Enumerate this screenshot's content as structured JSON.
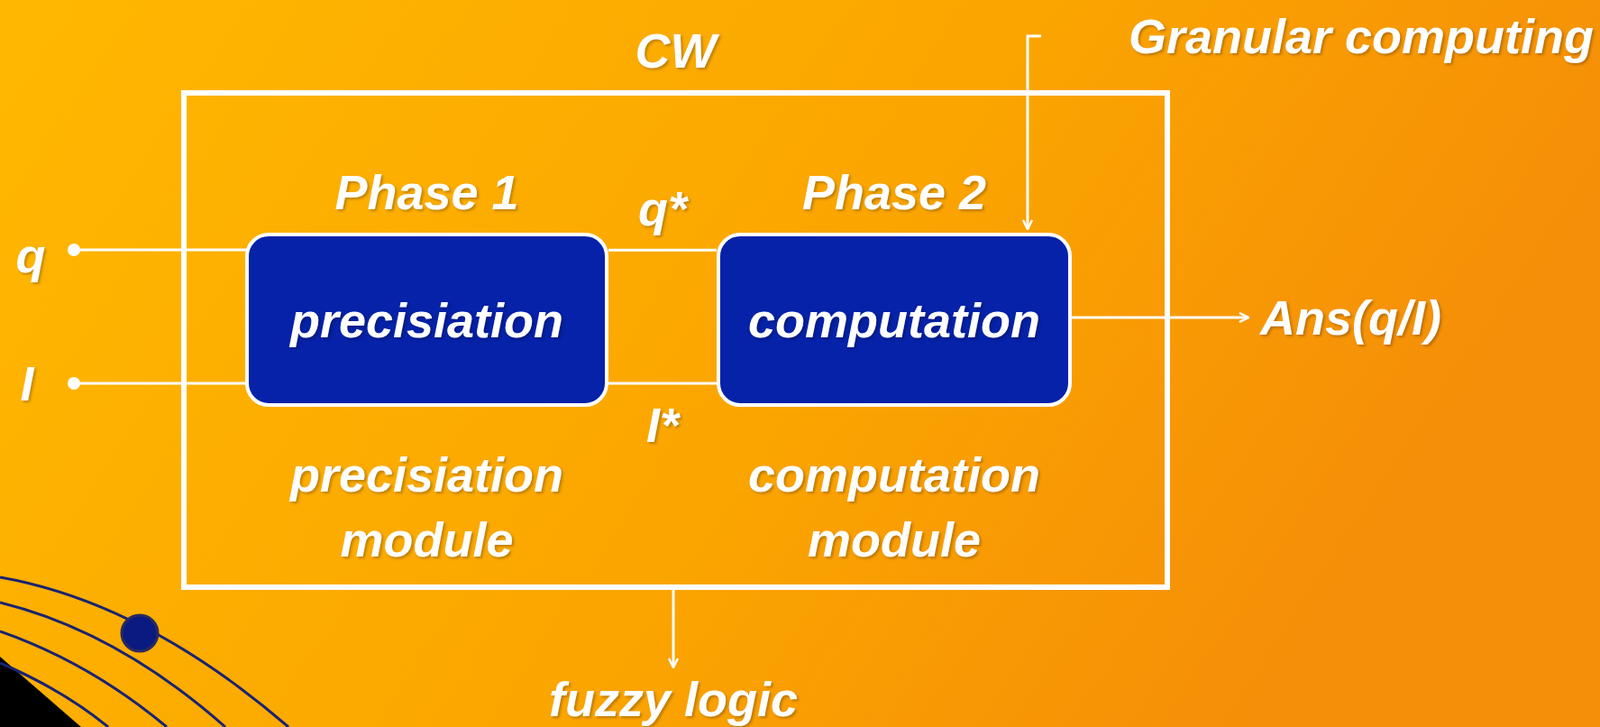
{
  "diagram": {
    "nodes": [
      {
        "text": [
          "CW"
        ]
      },
      {
        "text": [
          "Phase 1",
          "precisiation",
          "precisiation module"
        ],
        "in": 0
      },
      {
        "text": [
          "Phase 2",
          "computation",
          "computation module"
        ],
        "in": 0
      }
    ],
    "edges": [
      {
        "from": 1,
        "to": 2,
        "arrow": "none",
        "label": "q*"
      },
      {
        "from": 1,
        "to": 2,
        "arrow": "none",
        "label": "I*"
      }
    ],
    "labels": [
      "q",
      "I",
      "Ans(q/I)",
      "Granular computing",
      "fuzzy logic"
    ]
  }
}
